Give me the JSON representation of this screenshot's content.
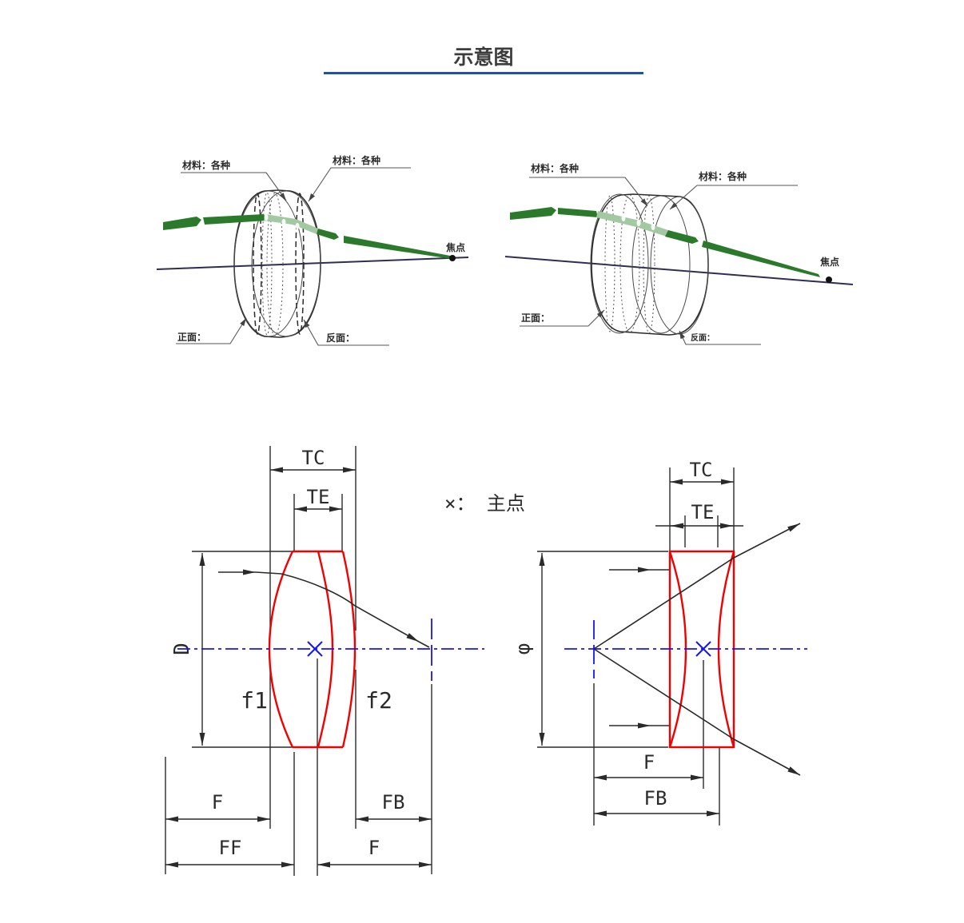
{
  "title": "示意图",
  "note_principal": "×： 主点",
  "lens3d_left": {
    "material_left": "材料：各种",
    "material_right": "材料：各种",
    "front": "正面：",
    "back": "反面：",
    "focus": "焦点"
  },
  "lens3d_right": {
    "material_left": "材料：各种",
    "material_right": "材料：各种",
    "front": "正面：",
    "back": "反面：",
    "focus": "焦点"
  },
  "dim_left": {
    "tc": "TC",
    "te": "TE",
    "d": "D",
    "f1": "f1",
    "f2": "f2",
    "f_front": "F",
    "fb": "FB",
    "ff": "FF",
    "f_back": "F"
  },
  "dim_right": {
    "tc": "TC",
    "te": "TE",
    "phi": "φ",
    "f": "F",
    "fb": "FB"
  },
  "colors": {
    "accent_blue": "#2050a8",
    "lens_red": "#f20000",
    "axis_blue": "#1414ff",
    "ray_green_dark": "#2b7a2b",
    "ray_green_light": "#a3c9a3",
    "axis_navy": "#2e2e52"
  }
}
